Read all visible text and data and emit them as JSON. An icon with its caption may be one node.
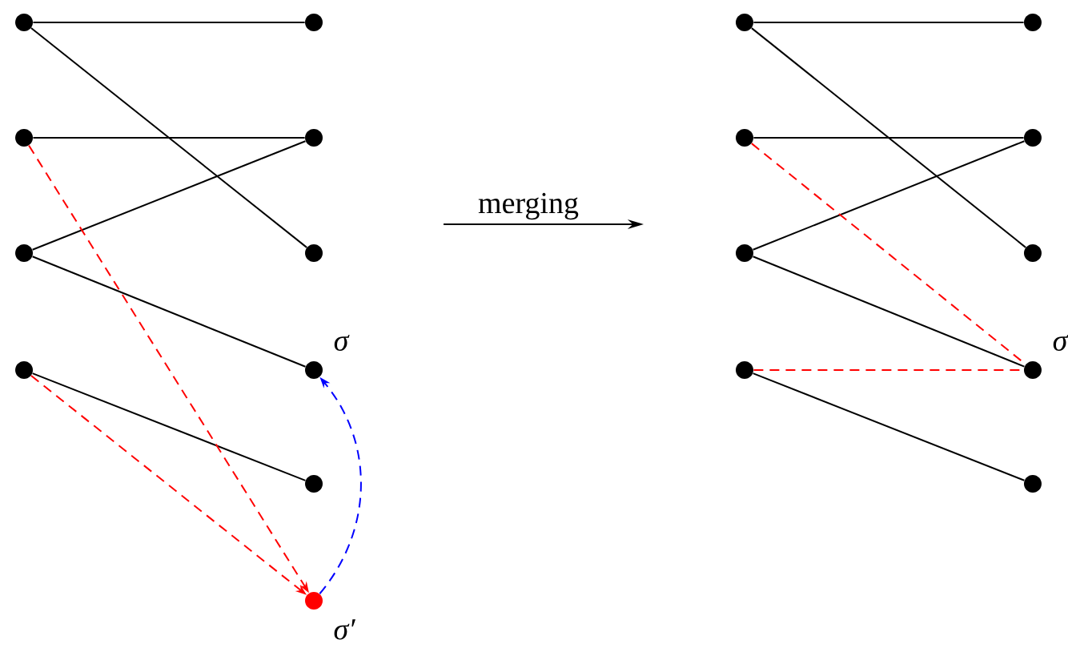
{
  "diagram": {
    "nodes": [
      {
        "text": [],
        "shape": "circle"
      },
      {
        "text": [],
        "shape": "circle"
      },
      {
        "text": [],
        "shape": "circle"
      },
      {
        "text": [],
        "shape": "circle"
      },
      {
        "text": [],
        "shape": "circle"
      },
      {
        "text": [],
        "shape": "circle"
      },
      {
        "text": [],
        "shape": "circle"
      },
      {
        "text": [],
        "shape": "circle",
        "beside": [
          "σ"
        ]
      },
      {
        "text": [],
        "shape": "circle"
      },
      {
        "text": [],
        "shape": "circle",
        "beside": [
          "σ′"
        ]
      },
      {
        "text": [],
        "shape": "circle"
      },
      {
        "text": [],
        "shape": "circle"
      },
      {
        "text": [],
        "shape": "circle"
      },
      {
        "text": [],
        "shape": "circle"
      },
      {
        "text": [],
        "shape": "circle"
      },
      {
        "text": [],
        "shape": "circle"
      },
      {
        "text": [],
        "shape": "circle"
      },
      {
        "text": [],
        "shape": "circle",
        "beside": [
          "σ"
        ]
      },
      {
        "text": [],
        "shape": "circle"
      }
    ],
    "edges": [
      {
        "from": 0,
        "to": 4,
        "arrow": "none"
      },
      {
        "from": 0,
        "to": 6,
        "arrow": "none"
      },
      {
        "from": 1,
        "to": 5,
        "arrow": "none"
      },
      {
        "from": 2,
        "to": 5,
        "arrow": "none"
      },
      {
        "from": 2,
        "to": 7,
        "arrow": "none"
      },
      {
        "from": 3,
        "to": 8,
        "arrow": "none"
      },
      {
        "from": 1,
        "to": 9,
        "arrow": "to",
        "style": "dashed",
        "color": "#ff0000"
      },
      {
        "from": 3,
        "to": 9,
        "arrow": "to",
        "style": "dashed",
        "color": "#ff0000"
      },
      {
        "from": 9,
        "to": 7,
        "arrow": "to",
        "style": "dashed",
        "color": "#0000ff"
      },
      {
        "from": 10,
        "to": 14,
        "arrow": "none"
      },
      {
        "from": 10,
        "to": 16,
        "arrow": "none"
      },
      {
        "from": 11,
        "to": 15,
        "arrow": "none"
      },
      {
        "from": 12,
        "to": 15,
        "arrow": "none"
      },
      {
        "from": 12,
        "to": 17,
        "arrow": "none"
      },
      {
        "from": 13,
        "to": 18,
        "arrow": "none"
      },
      {
        "from": 11,
        "to": 17,
        "arrow": "none",
        "style": "dashed",
        "color": "#ff0000"
      },
      {
        "from": 13,
        "to": 17,
        "arrow": "none",
        "style": "dashed",
        "color": "#ff0000"
      }
    ],
    "labels": [
      "merging"
    ]
  }
}
